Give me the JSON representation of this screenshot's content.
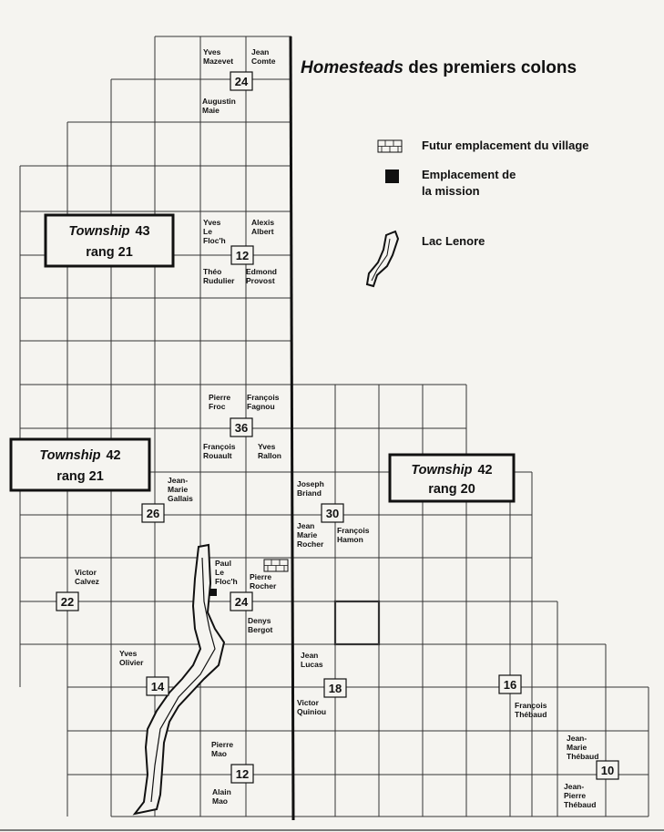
{
  "title": {
    "italic": "Homesteads",
    "rest": " des premiers colons"
  },
  "legend": [
    {
      "icon": "brick-village-icon",
      "label": "Futur emplacement du village"
    },
    {
      "icon": "black-square-mission-icon",
      "label": "Emplacement de",
      "label2": "la mission"
    },
    {
      "icon": "lake-shape-icon",
      "label": "Lac Lenore"
    }
  ],
  "townships": [
    {
      "italic": "Township",
      "num": "43",
      "rang": "rang 21"
    },
    {
      "italic": "Township",
      "num": "42",
      "rang": "rang 21"
    },
    {
      "italic": "Township",
      "num": "42",
      "rang": "rang 20"
    }
  ],
  "sections": [
    "24",
    "12",
    "36",
    "26",
    "30",
    "22",
    "24",
    "14",
    "18",
    "16",
    "12",
    "10"
  ],
  "settlers": [
    [
      "Yves",
      "Mazevet"
    ],
    [
      "Jean",
      "Comte"
    ],
    [
      "Augustin",
      "Maie"
    ],
    [
      "Yves",
      "Le",
      "Floc'h"
    ],
    [
      "Alexis",
      "Albert"
    ],
    [
      "Théo",
      "Rudulier"
    ],
    [
      "Edmond",
      "Provost"
    ],
    [
      "Pierre",
      "Froc"
    ],
    [
      "François",
      "Fagnou"
    ],
    [
      "François",
      "Rouault"
    ],
    [
      "Yves",
      "Rallon"
    ],
    [
      "Jean-",
      "Marie",
      "Gallais"
    ],
    [
      "Joseph",
      "Briand"
    ],
    [
      "Jean",
      "Marie",
      "Rocher"
    ],
    [
      "François",
      "Hamon"
    ],
    [
      "Victor",
      "Calvez"
    ],
    [
      "Paul",
      "Le",
      "Floc'h"
    ],
    [
      "Pierre",
      "Rocher"
    ],
    [
      "Denys",
      "Bergot"
    ],
    [
      "Yves",
      "Olivier"
    ],
    [
      "Jean",
      "Lucas"
    ],
    [
      "Victor",
      "Quiniou"
    ],
    [
      "François",
      "Thébaud"
    ],
    [
      "Pierre",
      "Mao"
    ],
    [
      "Alain",
      "Mao"
    ],
    [
      "Jean-",
      "Marie",
      "Thébaud"
    ],
    [
      "Jean-",
      "Pierre",
      "Thébaud"
    ]
  ],
  "colors": {
    "line": "#222222",
    "background": "#f5f4f0",
    "mission": "#111111"
  }
}
